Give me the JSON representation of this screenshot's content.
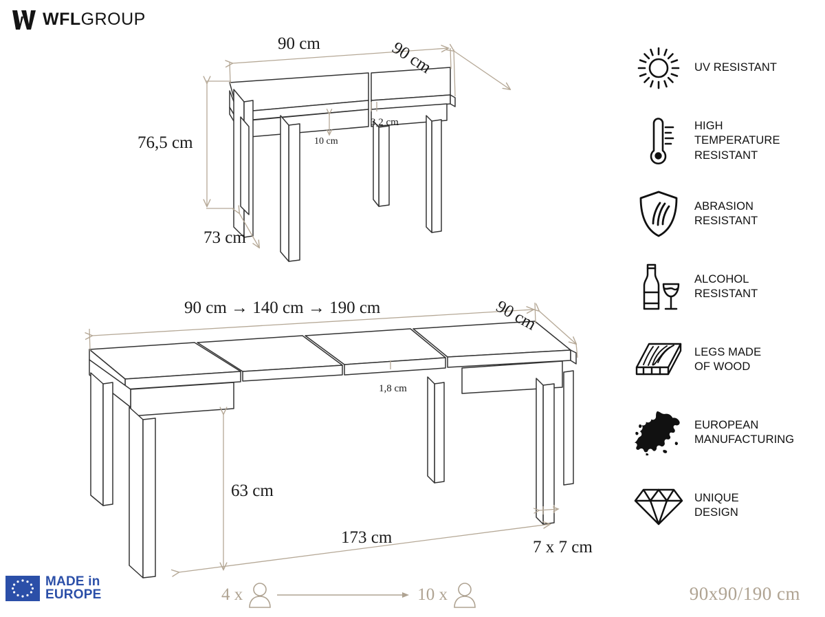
{
  "brand": {
    "mark": "wfl-w-mark",
    "bold_part": "WFL",
    "light_part": "GROUP"
  },
  "colors": {
    "dimension_line": "#B5A896",
    "outline": "#333333",
    "text": "#1a1a1a",
    "eu_blue": "#2B4FA8",
    "caption_tan": "#AFA392"
  },
  "diagrams": [
    {
      "id": "closed-table",
      "name": "square-table-closed",
      "dimensions": {
        "width_top": "90 cm",
        "depth_right": "90 cm",
        "height_total": "76,5 cm",
        "leg_length": "73 cm",
        "apron_thickness": "3,2 cm",
        "apron_height": "10 cm"
      }
    },
    {
      "id": "extended-table",
      "name": "rectangular-table-extended",
      "dimensions": {
        "width_top": "90 cm → 140 cm → 190 cm",
        "depth_right": "90 cm",
        "top_thickness": "1,8 cm",
        "clearance_height": "63 cm",
        "between_legs": "173 cm",
        "leg_section": "7 x 7 cm"
      }
    }
  ],
  "features": [
    {
      "icon": "sun-icon",
      "label": "UV RESISTANT"
    },
    {
      "icon": "thermometer-icon",
      "label": "HIGH\nTEMPERATURE\nRESISTANT"
    },
    {
      "icon": "shield-icon",
      "label": "ABRASION\nRESISTANT"
    },
    {
      "icon": "bottle-glass-icon",
      "label": "ALCOHOL\nRESISTANT"
    },
    {
      "icon": "wood-plank-icon",
      "label": "LEGS MADE\nOF WOOD"
    },
    {
      "icon": "europe-map-icon",
      "label": "EUROPEAN\nMANUFACTURING"
    },
    {
      "icon": "diamond-icon",
      "label": "UNIQUE\nDESIGN"
    }
  ],
  "eu_badge": {
    "icon": "eu-flag-icon",
    "line1": "MADE in",
    "line2": "EUROPE"
  },
  "seats": {
    "from_count": "4 x",
    "from_icon": "person-icon",
    "arrow_icon": "right-arrow-icon",
    "to_count": "10 x",
    "to_icon": "person-icon"
  },
  "size_caption": "90x90/190 cm"
}
